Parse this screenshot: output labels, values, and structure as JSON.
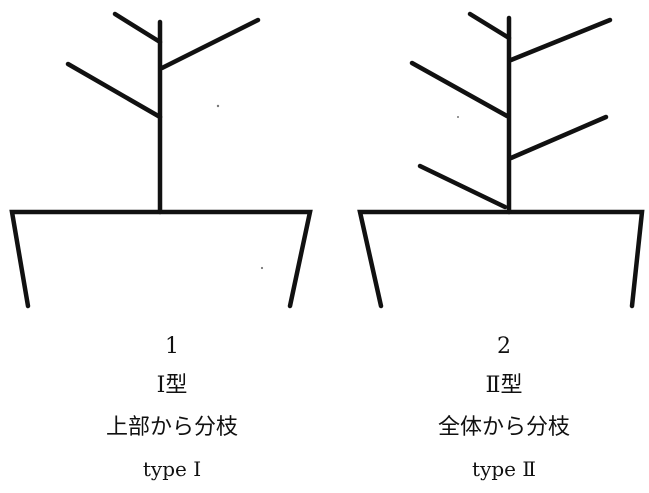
{
  "diagrams": [
    {
      "number": "1",
      "type_jp": "Ⅰ型",
      "description": "上部から分枝",
      "type_en": "type Ⅰ"
    },
    {
      "number": "2",
      "type_jp": "Ⅱ型",
      "description": "全体から分枝",
      "type_en": "type Ⅱ"
    }
  ],
  "colors": {
    "line": "#111111",
    "background": "#ffffff"
  }
}
